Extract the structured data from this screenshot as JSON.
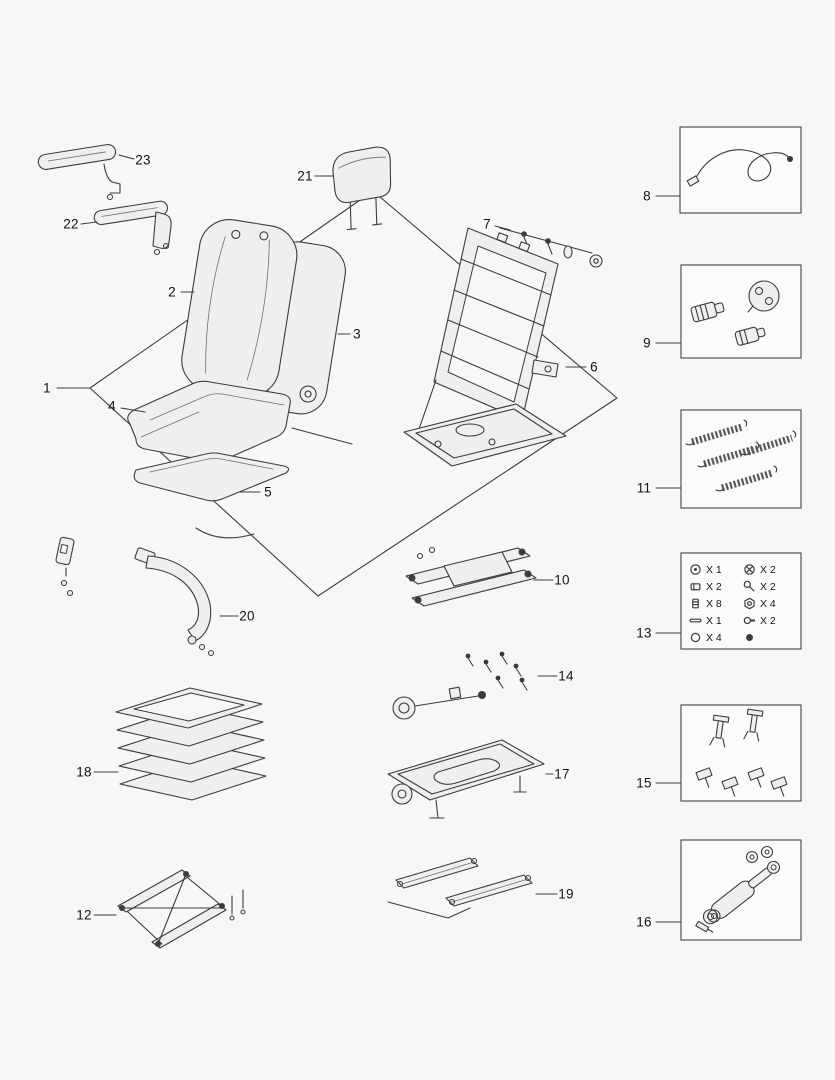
{
  "colors": {
    "background": "#f7f7f7",
    "line": "#3c3c3c",
    "box_border": "#454545"
  },
  "callouts": [
    "1",
    "2",
    "3",
    "4",
    "5",
    "6",
    "7",
    "8",
    "9",
    "10",
    "11",
    "12",
    "13",
    "14",
    "15",
    "16",
    "17",
    "18",
    "19",
    "20",
    "21",
    "22",
    "23"
  ],
  "kit": {
    "rows": [
      {
        "l_icon": "washer-icon",
        "l": "X 1",
        "r_icon": "bolt-icon",
        "r": "X 2"
      },
      {
        "l_icon": "clip-icon",
        "l": "X 2",
        "r_icon": "screw-icon",
        "r": "X 2"
      },
      {
        "l_icon": "sleeve-icon",
        "l": "X 8",
        "r_icon": "nut-icon",
        "r": "X 4"
      },
      {
        "l_icon": "rod-icon",
        "l": "X 1",
        "r_icon": "bolt-icon",
        "r": "X 2"
      },
      {
        "l_icon": "ring-icon",
        "l": "X 4",
        "r_icon": "cap-icon",
        "r": ""
      }
    ]
  }
}
